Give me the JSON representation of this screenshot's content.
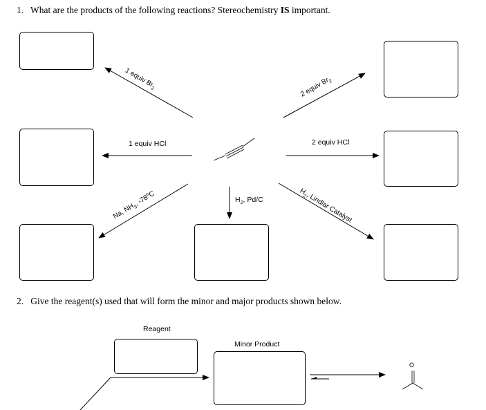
{
  "question1": {
    "number": "1.",
    "text_before": "What are the products of the following reactions? Stereochemistry ",
    "emphasis": "IS",
    "text_after": " important."
  },
  "question2": {
    "number": "2.",
    "text": "Give the reagent(s) used that will form the minor and major products shown below."
  },
  "reactions": {
    "br2_one": "1 equiv Br",
    "br2_one_sub": "2",
    "br2_two": "2 equiv Br",
    "br2_two_sub": "2",
    "hcl_one": "1 equiv HCl",
    "hcl_two": "2 equiv HCl",
    "na_nh3": "Na, NH",
    "na_nh3_sub": "3",
    "na_nh3_rest": ", -78",
    "na_nh3_deg": "o",
    "na_nh3_unit": "C",
    "h2_pd_a": "H",
    "h2_pd_sub": "2",
    "h2_pd_b": ", Pd/C",
    "lindlar_a": "H",
    "lindlar_sub": "2",
    "lindlar_b": ", Lindlar Catalyst"
  },
  "part2": {
    "reagent_label": "Reagent",
    "minor_label": "Minor Product",
    "carbonyl_atom": "O"
  }
}
